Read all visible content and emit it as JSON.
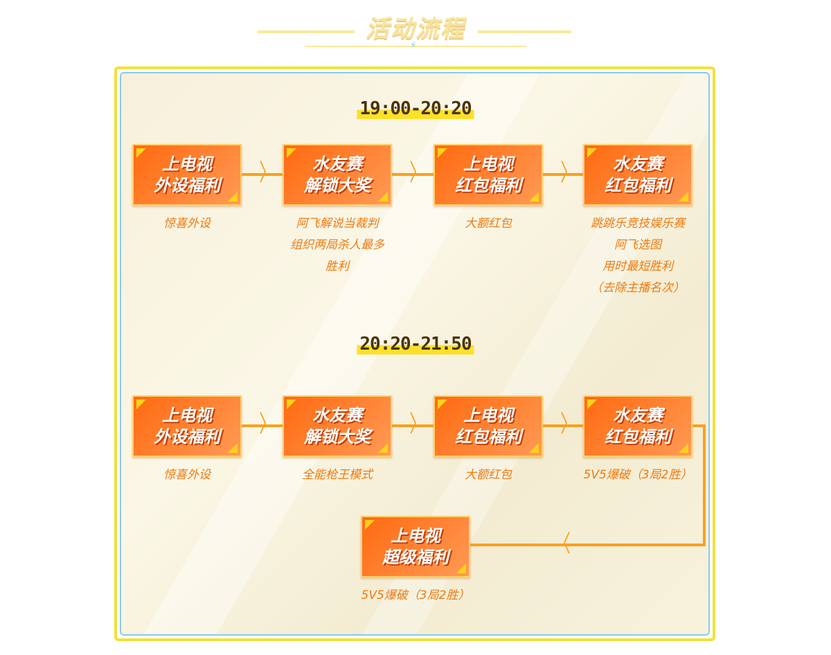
{
  "title": "活动流程",
  "sections": [
    {
      "time": "19:00-20:20",
      "steps": [
        {
          "line1": "上电视",
          "line2": "外设福利",
          "desc": [
            "惊喜外设"
          ]
        },
        {
          "line1": "水友赛",
          "line2": "解锁大奖",
          "desc": [
            "阿飞解说当裁判",
            "组织两局杀人最多",
            "胜利"
          ]
        },
        {
          "line1": "上电视",
          "line2": "红包福利",
          "desc": [
            "大额红包"
          ]
        },
        {
          "line1": "水友赛",
          "line2": "红包福利",
          "desc": [
            "跳跳乐竞技娱乐赛",
            "阿飞选图",
            "用时最短胜利",
            "（去除主播名次）"
          ]
        }
      ]
    },
    {
      "time": "20:20-21:50",
      "steps": [
        {
          "line1": "上电视",
          "line2": "外设福利",
          "desc": [
            "惊喜外设"
          ]
        },
        {
          "line1": "水友赛",
          "line2": "解锁大奖",
          "desc": [
            "全能枪王模式"
          ]
        },
        {
          "line1": "上电视",
          "line2": "红包福利",
          "desc": [
            "大额红包"
          ]
        },
        {
          "line1": "水友赛",
          "line2": "红包福利",
          "desc": [
            "5V5爆破（3局2胜）"
          ]
        },
        {
          "line1": "上电视",
          "line2": "超级福利",
          "desc": [
            "5V5爆破（3局2胜）"
          ]
        }
      ]
    }
  ]
}
